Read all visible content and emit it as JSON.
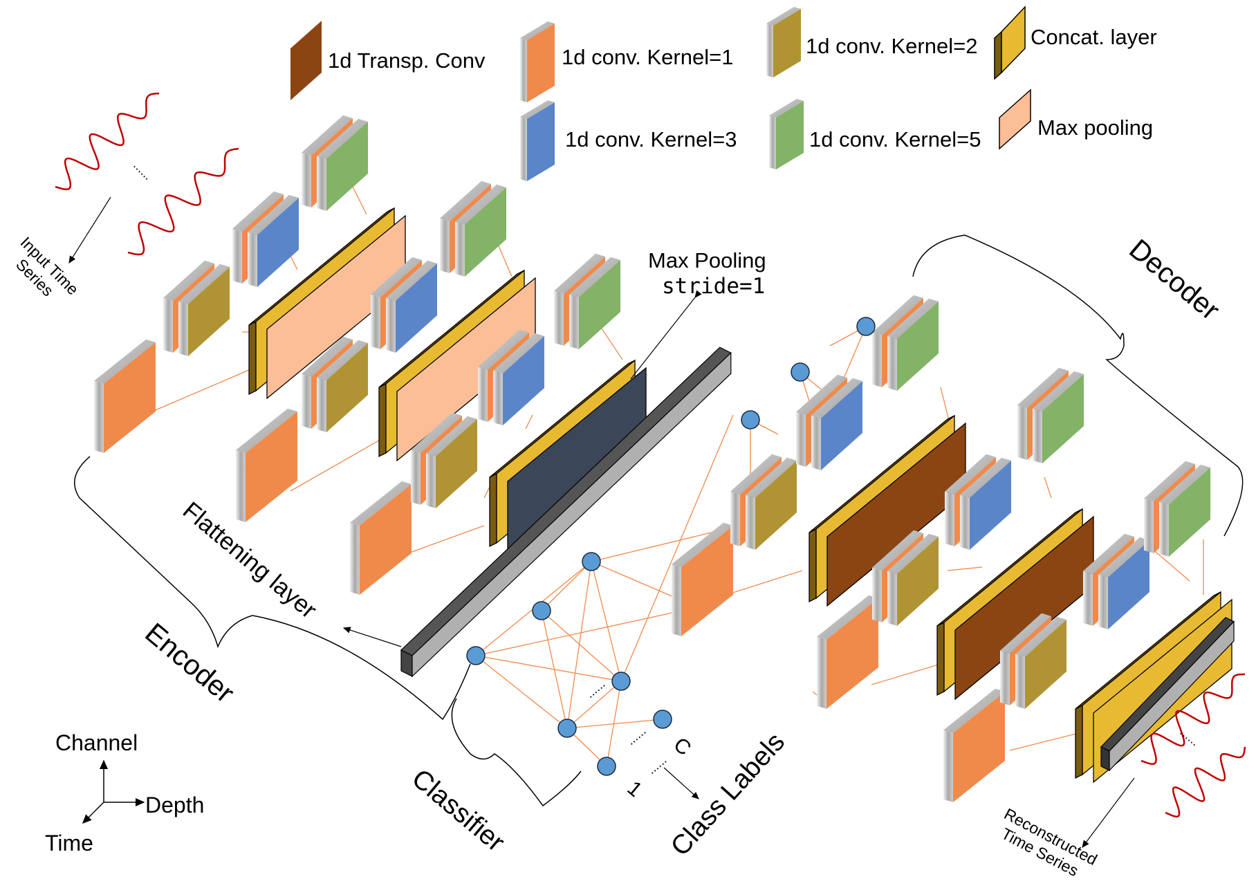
{
  "legend": {
    "transp_conv": "1d Transp. Conv",
    "conv_k1": "1d conv. Kernel=1",
    "conv_k2": "1d conv. Kernel=2",
    "conv_k3": "1d conv. Kernel=3",
    "conv_k5": "1d conv. Kernel=5",
    "concat": "Concat. layer",
    "maxpool": "Max pooling"
  },
  "colors": {
    "transp_conv": "#8B4513",
    "conv_k1": "#F08A4B",
    "conv_k2": "#B09433",
    "conv_k3": "#5B85C9",
    "conv_k5": "#82B366",
    "concat": "#E8BA32",
    "concat_dark": "#7A5C10",
    "maxpool": "#FBBE97",
    "gap_block": "#3B4659",
    "flatten": "#B0B0B0",
    "neuron": "#5B9BD5",
    "signal": "#C00000",
    "edge": "#F08A4B"
  },
  "labels": {
    "input": [
      "Input Time",
      "Series"
    ],
    "maxpool_stride": [
      "Max Pooling",
      "stride=1"
    ],
    "flattening": "Flattening layer",
    "encoder": "Encoder",
    "decoder": "Decoder",
    "classifier": "Classifier",
    "class_labels": "Class Labels",
    "class_first": "1",
    "class_last": "C",
    "reconstructed": [
      "Reconstructed",
      "Time Series"
    ],
    "axis_channel": "Channel",
    "axis_depth": "Depth",
    "axis_time": "Time",
    "dots": "......"
  }
}
